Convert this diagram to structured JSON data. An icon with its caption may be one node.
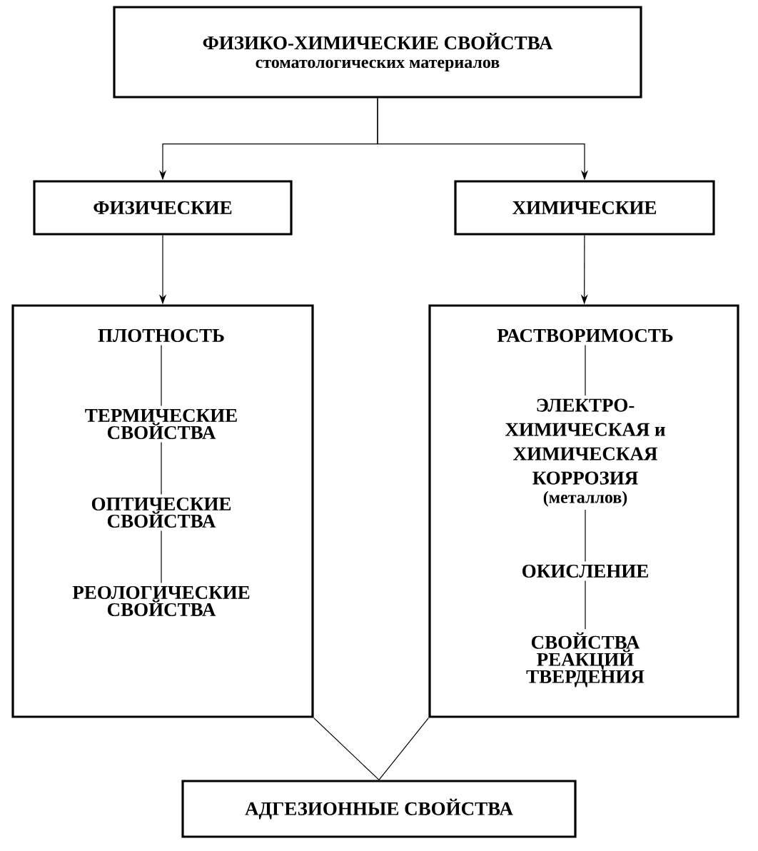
{
  "diagram": {
    "nodes": [
      {
        "text": [
          "ФИЗИКО-ХИМИЧЕСКИЕ СВОЙСТВА",
          "стоматологических материалов"
        ]
      },
      {
        "text": [
          "ФИЗИЧЕСКИЕ"
        ]
      },
      {
        "text": [
          "ХИМИЧЕСКИЕ"
        ]
      },
      {
        "text": [],
        "shape": "box"
      },
      {
        "text": [
          "ПЛОТНОСТЬ"
        ],
        "in": 3
      },
      {
        "text": [
          "ТЕРМИЧЕСКИЕ СВОЙСТВА"
        ],
        "in": 3
      },
      {
        "text": [
          "ОПТИЧЕСКИЕ СВОЙСТВА"
        ],
        "in": 3
      },
      {
        "text": [
          "РЕОЛОГИЧЕСКИЕ СВОЙСТВА"
        ],
        "in": 3
      },
      {
        "text": [],
        "shape": "box"
      },
      {
        "text": [
          "РАСТВОРИМОСТЬ"
        ],
        "in": 8
      },
      {
        "text": [
          "ЭЛЕКТРО- ХИМИЧЕСКАЯ и ХИМИЧЕСКАЯ КОРРОЗИЯ",
          "(металлов)"
        ],
        "in": 8
      },
      {
        "text": [
          "ОКИСЛЕНИЕ"
        ],
        "in": 8
      },
      {
        "text": [
          "СВОЙСТВА РЕАКЦИЙ ТВЕРДЕНИЯ"
        ],
        "in": 8
      },
      {
        "text": [
          "АДГЕЗИОННЫЕ СВОЙСТВА"
        ]
      }
    ],
    "edges": [
      {
        "from": 0,
        "to": 1,
        "arrow": "to"
      },
      {
        "from": 0,
        "to": 2,
        "arrow": "to"
      },
      {
        "from": 1,
        "to": 3,
        "arrow": "to"
      },
      {
        "from": 2,
        "to": 8,
        "arrow": "to"
      },
      {
        "from": 4,
        "to": 5,
        "arrow": "none"
      },
      {
        "from": 5,
        "to": 6,
        "arrow": "none"
      },
      {
        "from": 6,
        "to": 7,
        "arrow": "none"
      },
      {
        "from": 9,
        "to": 10,
        "arrow": "none"
      },
      {
        "from": 10,
        "to": 11,
        "arrow": "none"
      },
      {
        "from": 11,
        "to": 12,
        "arrow": "none"
      },
      {
        "from": 3,
        "to": 13,
        "arrow": "none"
      },
      {
        "from": 8,
        "to": 13,
        "arrow": "none"
      }
    ]
  }
}
